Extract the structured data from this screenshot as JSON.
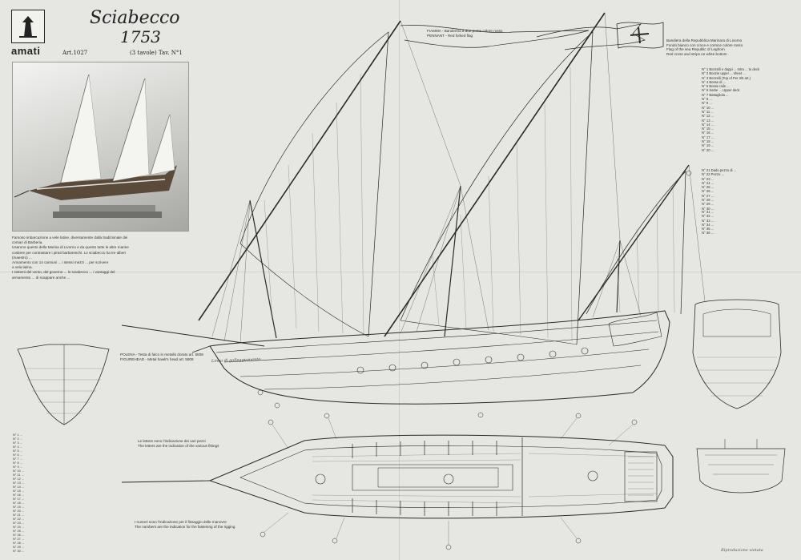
{
  "header": {
    "brand": "amati",
    "title": "Sciabecco",
    "year": "1753",
    "art_no": "Art.1027",
    "sheets": "(3 tavole) Tav. N°1"
  },
  "description_it": [
    "Famoso imbarcazione a vele latine, diversamente dalla tradizionale dei",
    "corsari di Barberia.",
    "Usarono questo della Marina di Livorno e da questo tutte le altre marine",
    "costiere per contrastare i pirati barbareschi. Lo sciabecco ha tre alberi",
    "(maestro) ...",
    "Armamento con 14 cannoni ... i stessi mezzi ... per scrivere",
    "a vela latina.",
    "I sistemi del vento, del governo ... lo sciabecco ... i vantaggi del",
    "armamento ... di scappare anche ..."
  ],
  "flag_note": [
    "FIAMMA - Banderina a due punte colore rosso",
    "PENNANT - Red forked flag"
  ],
  "republic_note": [
    "Bandiera della Repubblica Marinara di Livorno",
    "Fondo bianco con croce e cornice colore rosso",
    "Flag of the sea Republic of Leghorn",
    "Red cross and strips on white bottom"
  ],
  "polena_note": [
    "POLENA - Testa di falco in metallo dorato art. 5808",
    "FIGUREHEAD - Metal hawk's head art. 5808"
  ],
  "letters_note": [
    "Le lettere sono l'indicazione dei vari pezzi",
    "The letters are the indication of the various fittings"
  ],
  "numbers_note": [
    "I numeri sono l'indicazione per il fissaggio delle manovre",
    "The numbers are the indication for the fastening of the rigging"
  ],
  "waterline_note": "Linea di galleggiamento",
  "reproduction_note": "Riproduzione vietata",
  "legend_right_top": [
    "N° 1 Bozzelli e doppi ... Intra ... to deck",
    "N° 2 Boozie upper ... sheet ...",
    "N° 3 Bozzelli (Top of  Per 3/6 art.)",
    "N° 4 Bosse di ...",
    "N° 5 Bosse rails ...",
    "N° 6 Sartie ... Upper deck",
    "N° 7 Battagliola ...",
    "N° 8 ...",
    "N° 9 ...",
    "N° 10 ...",
    "N° 11 ...",
    "N° 12 ...",
    "N° 13 ...",
    "N° 14 ...",
    "N° 15 ...",
    "N° 16 ...",
    "N° 17 ...",
    "N° 18 ...",
    "N° 19 ...",
    "N° 20 ..."
  ],
  "legend_right_mid": [
    "N° 21 Dado pezzo di ...",
    "N° 22 Pezzo ... ",
    "N° 23 ...",
    "N° 24 ...",
    "N° 25 ...",
    "N° 26 ...",
    "N° 27 ...",
    "N° 28 ...",
    "N° 29 ...",
    "N° 30 ..."
  ],
  "legend_right_low": [
    "N° 31 ...",
    "N° 32 ...",
    "N° 33 ...",
    "N° 34 ...",
    "N° 35 ...",
    "N° 36 ..."
  ],
  "legend_left": [
    "N° 1 ...",
    "N° 2 ...",
    "N° 3 ...",
    "N° 4 ...",
    "N° 5 ...",
    "N° 6 ...",
    "N° 7 ...",
    "N° 8 ...",
    "N° 9 ...",
    "N° 10 ...",
    "N° 11 ...",
    "N° 12 ...",
    "N° 13 ...",
    "N° 14 ...",
    "N° 15 ...",
    "N° 16 ...",
    "N° 17 ...",
    "N° 18 ...",
    "N° 19 ...",
    "N° 20 ...",
    "N° 21 ...",
    "N° 22 ...",
    "N° 23 ...",
    "N° 24 ...",
    "N° 25 ...",
    "N° 26 ...",
    "N° 27 ...",
    "N° 28 ...",
    "N° 29 ...",
    "N° 30 ..."
  ],
  "colors": {
    "paper": "#e6e6e3",
    "ink": "#222222",
    "photo_bg": "#c9c9c6"
  }
}
